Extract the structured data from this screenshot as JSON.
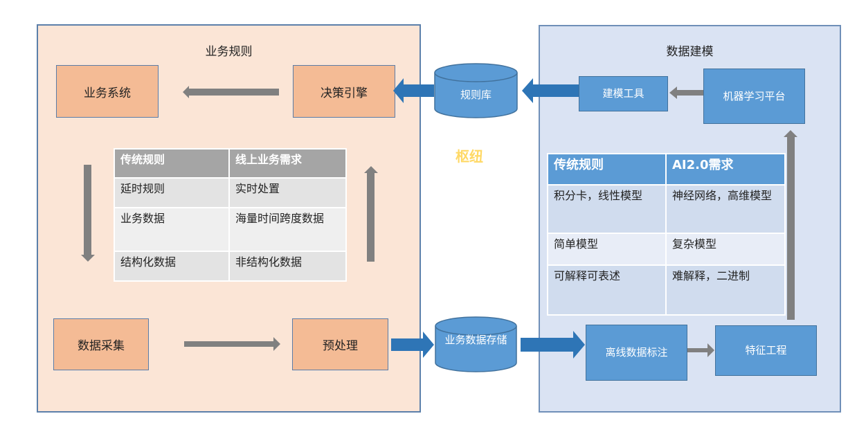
{
  "left_panel": {
    "title": "业务规则",
    "nodes": {
      "business_system": "业务系统",
      "decision_engine": "决策引擎",
      "data_collection": "数据采集",
      "preprocessing": "预处理"
    },
    "table": {
      "headers": [
        "传统规则",
        "线上业务需求"
      ],
      "rows": [
        [
          "延时规则",
          "实时处置"
        ],
        [
          "业务数据",
          "海量时间跨度数据"
        ],
        [
          "结构化数据",
          "非结构化数据"
        ]
      ]
    }
  },
  "hub": {
    "label": "枢纽",
    "rule_store": "规则库",
    "business_data_store": "业务数据存储"
  },
  "right_panel": {
    "title": "数据建模",
    "nodes": {
      "modeling_tool": "建模工具",
      "ml_platform": "机器学习平台",
      "offline_labeling": "离线数据标注",
      "feature_engineering": "特征工程"
    },
    "table": {
      "headers": [
        "传统规则",
        "AI2.0需求"
      ],
      "rows": [
        [
          "积分卡，线性模型",
          "神经网络，高维模型"
        ],
        [
          "简单模型",
          "复杂模型"
        ],
        [
          "可解释可表述",
          "难解释，二进制"
        ]
      ]
    }
  },
  "colors": {
    "left_panel_bg": "#fbe5d6",
    "right_panel_bg": "#dae3f3",
    "orange_node": "#f4bb95",
    "blue_node": "#5b9bd5",
    "blue_arrow": "#2e75b6",
    "gray_arrow": "#808080",
    "hub_text": "#ffd966"
  }
}
